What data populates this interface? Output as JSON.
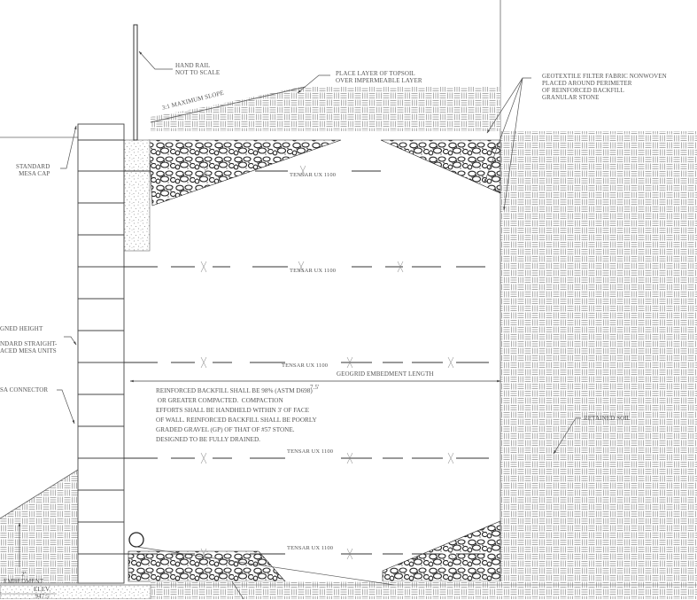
{
  "labels": {
    "hand_rail": "HAND RAIL\nNOT TO SCALE",
    "topsoil": "PLACE LAYER OF TOPSOIL\nOVER IMPERMEABLE LAYER",
    "slope": "3:1 MAXIMUM SLOPE",
    "geotextile": "GEOTEXTILE FILTER FABRIC NONWOVEN\nPLACED AROUND PERIMETER\nOF REINFORCED BACKFILL\nGRANULAR STONE",
    "mesa_cap": "STANDARD\nMESA CAP",
    "designed_height": "GNED HEIGHT",
    "mesa_units": "NDARD STRAIGHT-\nACED MESA UNITS",
    "connector": "SA CONNECTOR",
    "embedment_length": "GEOGRID EMBEDMENT LENGTH",
    "embedment_value": "7.5'",
    "retained_soil": "RETAINED SOIL",
    "embedment_depth": "2'\nEMBEDMENT",
    "elevation": "ELEV.\n947.5",
    "backfill_note": "REINFORCED BACKFILL SHALL BE 98% (ASTM D698)\n OR GREATER COMPACTED.  COMPACTION\nEFFORTS SHALL BE HANDHELD WITHIN 3' OF FACE\nOF WALL. REINFORCED BACKFILL SHALL BE POORLY\nGRADED GRAVEL (GP) OF THAT OF #57 STONE.\nDESIGNED TO BE FULLY DRAINED."
  },
  "geogrid_layers": [
    {
      "label": "TENSAR UX 1100"
    },
    {
      "label": "TENSAR UX 1100"
    },
    {
      "label": "TENSAR UX 1100"
    },
    {
      "label": "TENSAR UX 1100"
    },
    {
      "label": "TENSAR UX 1100"
    }
  ],
  "colors": {
    "line": "#555555",
    "hatch": "#8a8a8a",
    "stone": "#222222",
    "paper": "#ffffff"
  }
}
